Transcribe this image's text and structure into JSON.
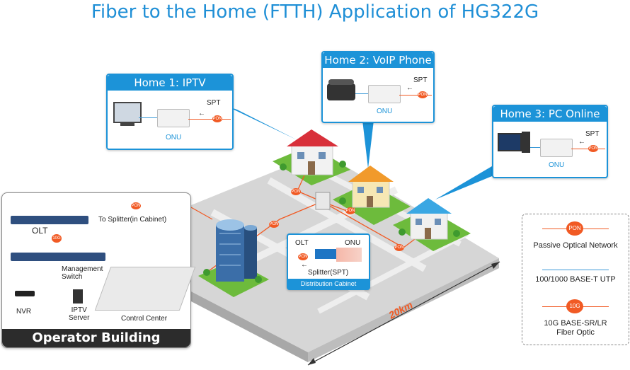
{
  "title": "Fiber to the Home (FTTH) Application of HG322G",
  "homes": [
    {
      "title": "Home 1: IPTV",
      "device_label": "ONU",
      "spt": "SPT",
      "pon": "PON"
    },
    {
      "title": "Home 2: VoIP Phone",
      "device_label": "ONU",
      "spt": "SPT",
      "pon": "PON"
    },
    {
      "title": "Home 3: PC Online",
      "device_label": "ONU",
      "spt": "SPT",
      "pon": "PON"
    }
  ],
  "operator": {
    "olt": "OLT",
    "to_splitter": "To Splitter(in Cabinet)",
    "management_switch": "Management\nSwitch",
    "nvr": "NVR",
    "iptv_server": "IPTV\nServer",
    "control_center": "Control Center",
    "building_label": "Operator Building",
    "pon": "PON",
    "tenG": "10G"
  },
  "cabinet": {
    "olt": "OLT",
    "onu": "ONU",
    "splitter": "Splitter(SPT)",
    "label": "Distribution Cabinet",
    "pon": "PON"
  },
  "map_pon": "PON",
  "distance": "20km",
  "legend": {
    "pon_badge": "PON",
    "pon_text": "Passive Optical Network",
    "utp_text": "100/1000 BASE-T UTP",
    "teng_badge": "10G",
    "teng_text": "10G BASE-SR/LR\nFiber Optic"
  },
  "colors": {
    "accent": "#1c93d8",
    "fiber": "#f15a24",
    "ground": "#d9d9d9",
    "grass": "#6dbb3c"
  }
}
